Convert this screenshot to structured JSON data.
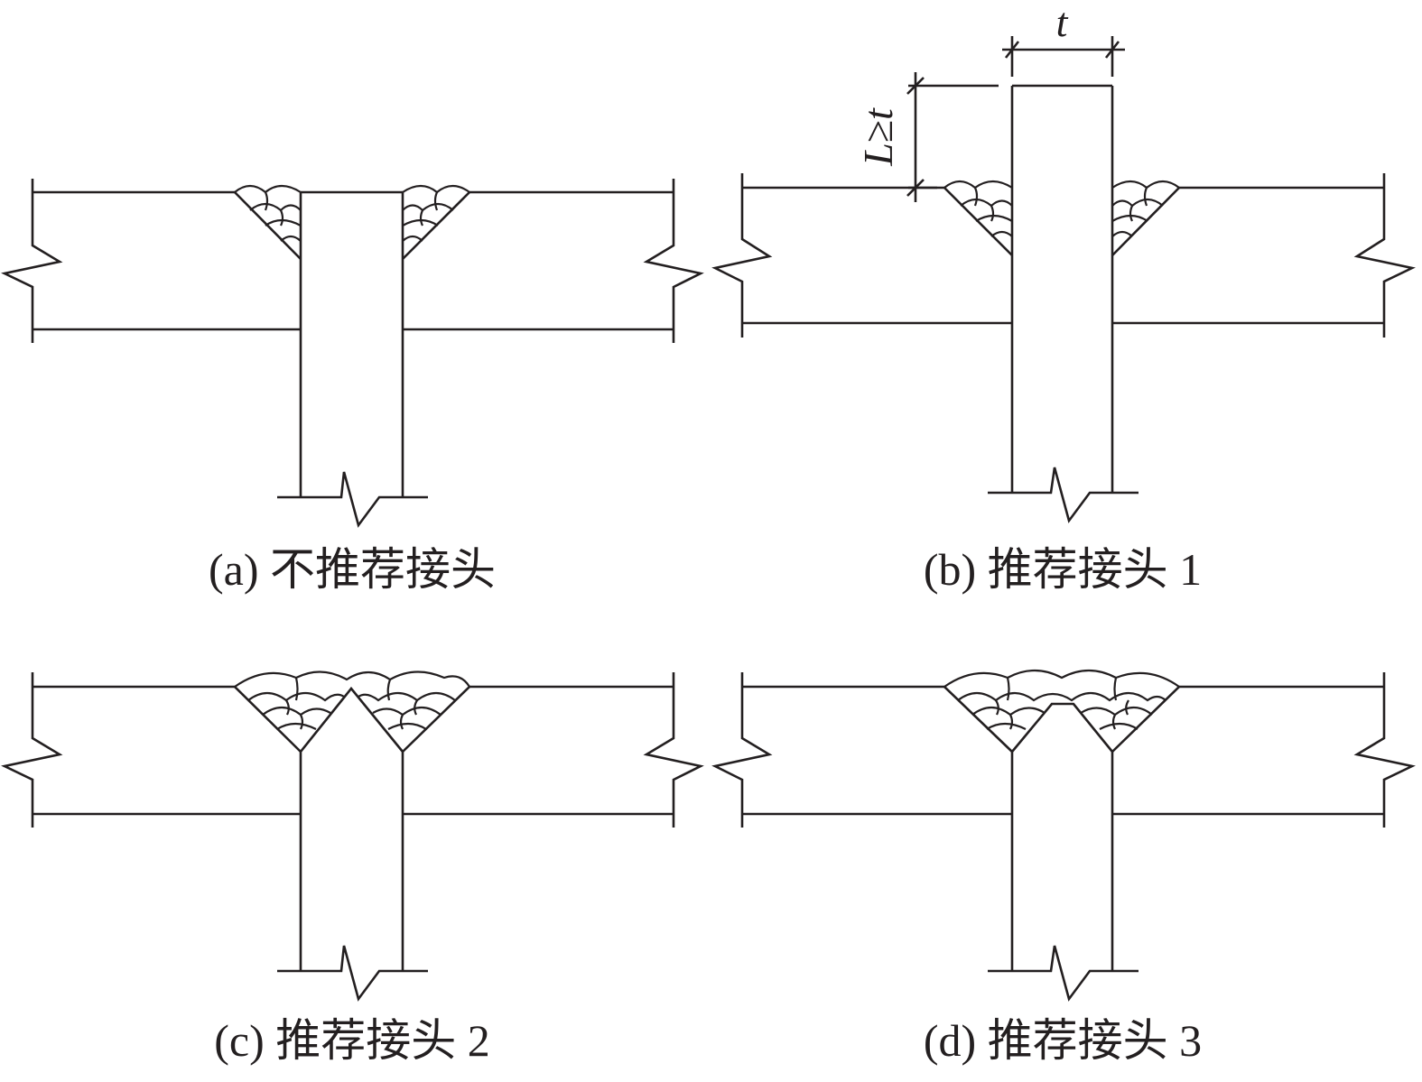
{
  "captions": {
    "a": "(a) 不推荐接头",
    "b": "(b) 推荐接头 1",
    "c": "(c) 推荐接头 2",
    "d": "(d) 推荐接头 3"
  },
  "dimensions": {
    "thickness": "t",
    "length": "L≥t"
  },
  "colors": {
    "line": "#231f20",
    "background": "#ffffff"
  }
}
